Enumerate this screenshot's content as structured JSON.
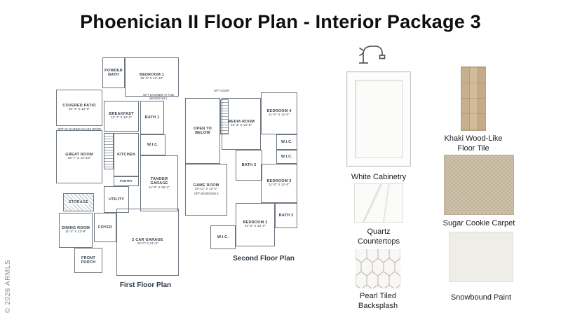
{
  "title": "Phoenician II Floor Plan - Interior Package 3",
  "watermark": "© 2026 ARMLS",
  "first_floor": {
    "caption": "First Floor Plan",
    "rooms": {
      "powder_bath": {
        "name": "POWDER BATH"
      },
      "bedroom_1": {
        "name": "BEDROOM 1",
        "dims": "15'-0\" X 12'-10\""
      },
      "covered_patio": {
        "name": "COVERED PATIO",
        "dims": "10'-4\" X 12'-0\""
      },
      "breakfast": {
        "name": "BREAKFAST",
        "dims": "12'-7\" X 10'-0\""
      },
      "bath_1": {
        "name": "BATH 1"
      },
      "great_room": {
        "name": "GREAT ROOM",
        "dims": "19'-7\" X 14'-10\""
      },
      "wic": {
        "name": "W.I.C."
      },
      "kitchen": {
        "name": "KITCHEN"
      },
      "pantry": {
        "name": "PANTRY"
      },
      "tandem_garage": {
        "name": "TANDEM GARAGE",
        "dims": "11'-0\" X 19'-4\""
      },
      "storage": {
        "name": "STORAGE"
      },
      "utility": {
        "name": "UTILITY"
      },
      "dining_room": {
        "name": "DINING ROOM",
        "dims": "11'-2\" X 13'-8\""
      },
      "foyer": {
        "name": "FOYER"
      },
      "front_porch": {
        "name": "FRONT PORCH"
      },
      "garage_2car": {
        "name": "2 CAR GARAGE",
        "dims": "20'-0\" X 21'-0\""
      }
    },
    "notes": {
      "sliding_door": "OPT 12' SLIDING GLASS DOOR",
      "opt_shower": "OPT SHOWER AT TUB BEDROOM 1"
    }
  },
  "second_floor": {
    "caption": "Second Floor Plan",
    "rooms": {
      "open_to_below": {
        "name": "OPEN TO BELOW"
      },
      "media_room": {
        "name": "MEDIA ROOM",
        "dims": "15'-4\" X 12'-5\""
      },
      "bedroom_4": {
        "name": "BEDROOM 4",
        "dims": "11'-0\" X 12'-0\""
      },
      "wic_a": {
        "name": "W.I.C."
      },
      "wic_b": {
        "name": "W.I.C."
      },
      "bath_2": {
        "name": "BATH 2"
      },
      "bedroom_3": {
        "name": "BEDROOM 3",
        "dims": "11'-0\" X 12'-0\""
      },
      "game_room": {
        "name": "GAME ROOM",
        "dims": "15'-11\" X 12'-0\"",
        "note": "OPT BEDROOM 5"
      },
      "bedroom_2": {
        "name": "BEDROOM 2",
        "dims": "14'-0\" X 12'-0\""
      },
      "bath_3": {
        "name": "BATH 3"
      },
      "wic_c": {
        "name": "W.I.C."
      }
    },
    "notes": {
      "opt_door": "OPT DOOR"
    }
  },
  "package": {
    "cabinetry": {
      "label": "White Cabinetry",
      "color": "#fdfdfd"
    },
    "floor_tile": {
      "label": "Khaki Wood-Like Floor Tile",
      "color": "#c5ab8a"
    },
    "countertops": {
      "label": "Quartz Countertops",
      "color": "#fbfbf9"
    },
    "carpet": {
      "label": "Sugar Cookie Carpet",
      "color": "#c9bca3"
    },
    "backsplash": {
      "label": "Pearl Tiled Backsplash",
      "color": "#f8f7f4"
    },
    "paint": {
      "label": "Snowbound Paint",
      "color": "#efede7"
    }
  }
}
